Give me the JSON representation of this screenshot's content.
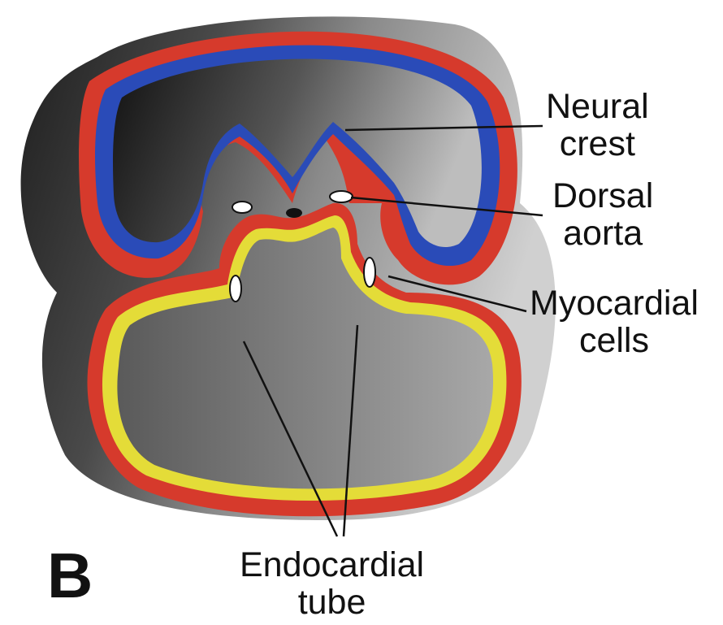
{
  "figure": {
    "panel_letter": "B",
    "labels": {
      "neural_crest": [
        "Neural",
        "crest"
      ],
      "dorsal_aorta": [
        "Dorsal",
        "aorta"
      ],
      "myocardial_cells": [
        "Myocardial",
        "cells"
      ],
      "endocardial_tube": [
        "Endocardial",
        "tube"
      ]
    },
    "colors": {
      "mesoderm": "#d63a2c",
      "ectoderm": "#2a4bb8",
      "endocardium": "#e4dc38",
      "embryo_body": "#3a3a3a",
      "cavity": "#8e8e8e"
    }
  }
}
